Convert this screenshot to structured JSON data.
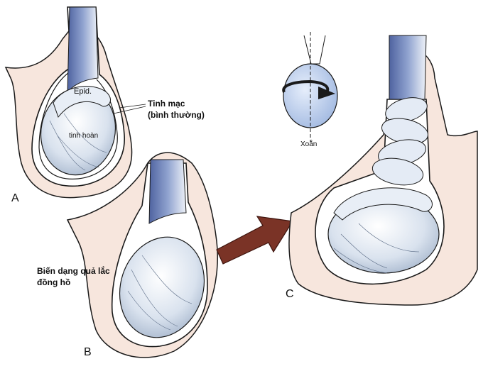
{
  "panels": {
    "a": "A",
    "b": "B",
    "c": "C"
  },
  "labels": {
    "epid": "Epid.",
    "vein_line1": "Tinh mạc",
    "vein_line2": "(bình thường)",
    "testis": "tinh hoàn",
    "deform_line1": "Biến dạng quả lắc",
    "deform_line2": "đồng hồ",
    "torsion": "Xoắn"
  },
  "colors": {
    "skin": "#f7e6dd",
    "cord": "#6e82b8",
    "testis": "#dfe7f1",
    "arrow": "#7a3326",
    "outline": "#1a1a1a"
  }
}
